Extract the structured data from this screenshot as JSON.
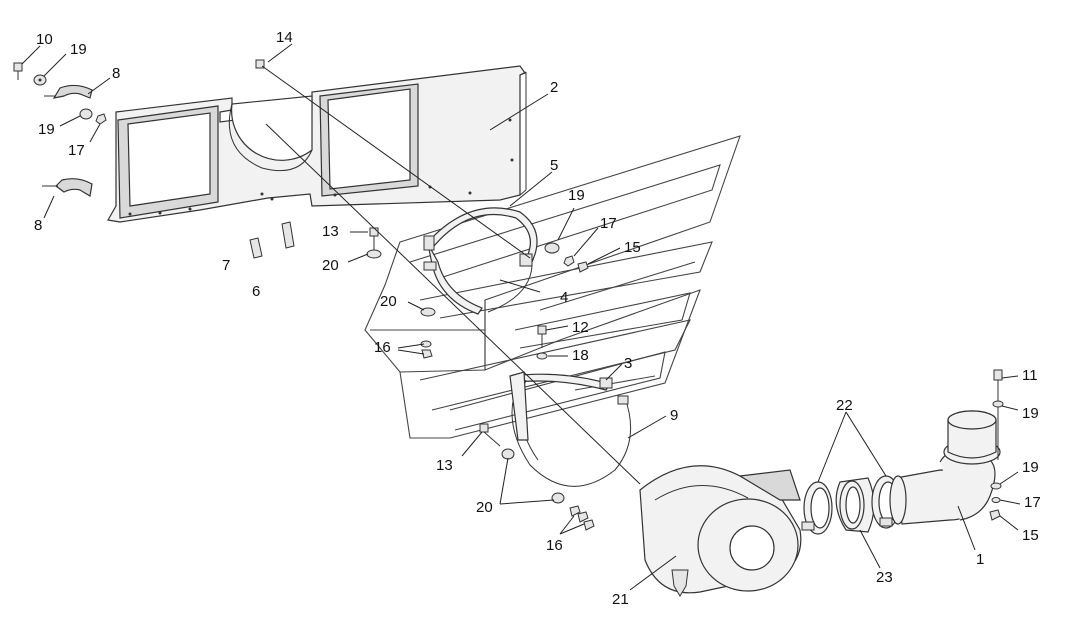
{
  "callouts": [
    {
      "id": "c10a",
      "text": "10"
    },
    {
      "id": "c19a",
      "text": "19"
    },
    {
      "id": "c8a",
      "text": "8"
    },
    {
      "id": "c19b",
      "text": "19"
    },
    {
      "id": "c17a",
      "text": "17"
    },
    {
      "id": "c8b",
      "text": "8"
    },
    {
      "id": "c14",
      "text": "14"
    },
    {
      "id": "c2",
      "text": "2"
    },
    {
      "id": "c5",
      "text": "5"
    },
    {
      "id": "c19c",
      "text": "19"
    },
    {
      "id": "c17b",
      "text": "17"
    },
    {
      "id": "c15a",
      "text": "15"
    },
    {
      "id": "c13a",
      "text": "13"
    },
    {
      "id": "c20a",
      "text": "20"
    },
    {
      "id": "c7",
      "text": "7"
    },
    {
      "id": "c6",
      "text": "6"
    },
    {
      "id": "c20b",
      "text": "20"
    },
    {
      "id": "c4",
      "text": "4"
    },
    {
      "id": "c16a",
      "text": "16"
    },
    {
      "id": "c12",
      "text": "12"
    },
    {
      "id": "c18",
      "text": "18"
    },
    {
      "id": "c3",
      "text": "3"
    },
    {
      "id": "c9",
      "text": "9"
    },
    {
      "id": "c13b",
      "text": "13"
    },
    {
      "id": "c20c",
      "text": "20"
    },
    {
      "id": "c16b",
      "text": "16"
    },
    {
      "id": "c21",
      "text": "21"
    },
    {
      "id": "c22",
      "text": "22"
    },
    {
      "id": "c23",
      "text": "23"
    },
    {
      "id": "c11",
      "text": "11"
    },
    {
      "id": "c19d",
      "text": "19"
    },
    {
      "id": "c19e",
      "text": "19"
    },
    {
      "id": "c17c",
      "text": "17"
    },
    {
      "id": "c15b",
      "text": "15"
    },
    {
      "id": "c1",
      "text": "1"
    }
  ]
}
